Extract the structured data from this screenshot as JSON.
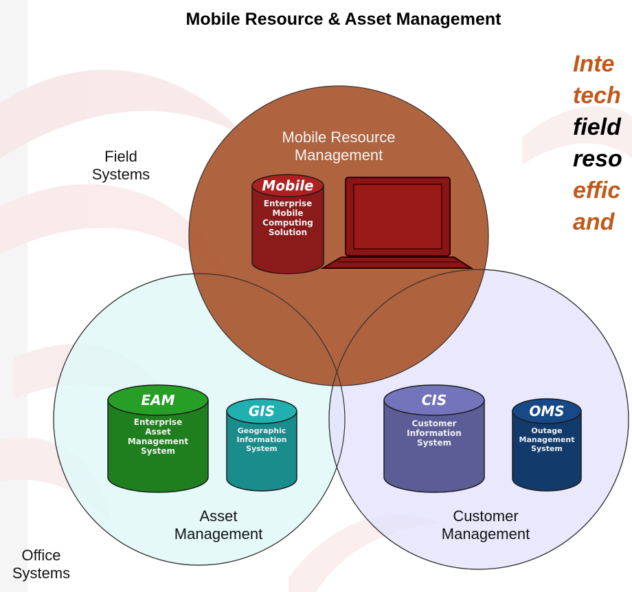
{
  "title": "Mobile Resource & Asset Management",
  "labels": {
    "field_systems": "Field\nSystems",
    "office_systems": "Office\nSystems",
    "mobile_resource_management": "Mobile Resource\nManagement",
    "asset_management": "Asset\nManagement",
    "customer_management": "Customer\nManagement"
  },
  "side_text": {
    "lines": [
      "Inte",
      "tech",
      "field",
      "reso",
      "effic",
      "and"
    ],
    "colors": [
      "#c0591b",
      "#c0591b",
      "#000000",
      "#000000",
      "#c0591b",
      "#c0591b"
    ]
  },
  "cylinders": [
    {
      "id": "mobile",
      "title": "Mobile",
      "desc": [
        "Enterprise",
        "Mobile",
        "Computing",
        "Solution"
      ],
      "color": "#8b1a1a"
    },
    {
      "id": "eam",
      "title": "EAM",
      "desc": [
        "Enterprise",
        "Asset",
        "Management",
        "System"
      ],
      "color": "#1f7f1f"
    },
    {
      "id": "gis",
      "title": "GIS",
      "desc": [
        "Geographic",
        "Information",
        "System"
      ],
      "color": "#1a8c8c"
    },
    {
      "id": "cis",
      "title": "CIS",
      "desc": [
        "Customer",
        "Information",
        "System"
      ],
      "color": "#5c5d96"
    },
    {
      "id": "oms",
      "title": "OMS",
      "desc": [
        "Outage",
        "Management",
        "System"
      ],
      "color": "#123a6b"
    }
  ],
  "colors": {
    "top_circle": "#a8562e",
    "left_circle": "#dff7f7",
    "right_circle": "#e3e2fb",
    "laptop": "#8b1414",
    "accent_text": "#c0591b"
  },
  "icons": {
    "laptop": "laptop-icon",
    "background": "swirl-watermark"
  }
}
